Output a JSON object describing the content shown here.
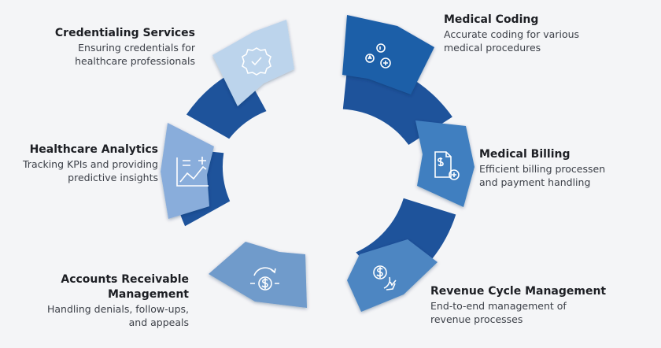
{
  "colors": {
    "ring_dark": "#1e539b",
    "ring_mid": "#2f6bb1",
    "background": "#f4f5f7",
    "icon_stroke": "#ffffff"
  },
  "items": [
    {
      "id": "medical-coding",
      "title": "Medical Coding",
      "description": [
        "Accurate coding for various",
        "medical procedures"
      ],
      "icon": "medical-codes-icon",
      "color": "#1f5fa8"
    },
    {
      "id": "medical-billing",
      "title": "Medical Billing",
      "description": [
        "Efficient billing processen",
        "and payment handling"
      ],
      "icon": "billing-document-icon",
      "color": "#3f7fc0"
    },
    {
      "id": "revenue-cycle",
      "title": "Revenue Cycle Management",
      "description": [
        "End-to-end management of",
        "revenue processes"
      ],
      "icon": "dollar-cycle-icon",
      "color": "#4d86c2"
    },
    {
      "id": "accounts-receivable",
      "title": [
        "Accounts Receivable",
        "Management"
      ],
      "description": [
        "Handling denials, follow-ups,",
        "and appeals"
      ],
      "icon": "coins-cycle-icon",
      "color": "#6f9bcb"
    },
    {
      "id": "healthcare-analytics",
      "title": "Healthcare Analytics",
      "description": [
        "Tracking KPIs and providing",
        "predictive insights"
      ],
      "icon": "analytics-chart-icon",
      "color": "#89addb"
    },
    {
      "id": "credentialing",
      "title": "Credentialing Services",
      "description": [
        "Ensuring credentials for",
        "healthcare professionals"
      ],
      "icon": "verified-badge-icon",
      "color": "#bcd4ec"
    }
  ]
}
